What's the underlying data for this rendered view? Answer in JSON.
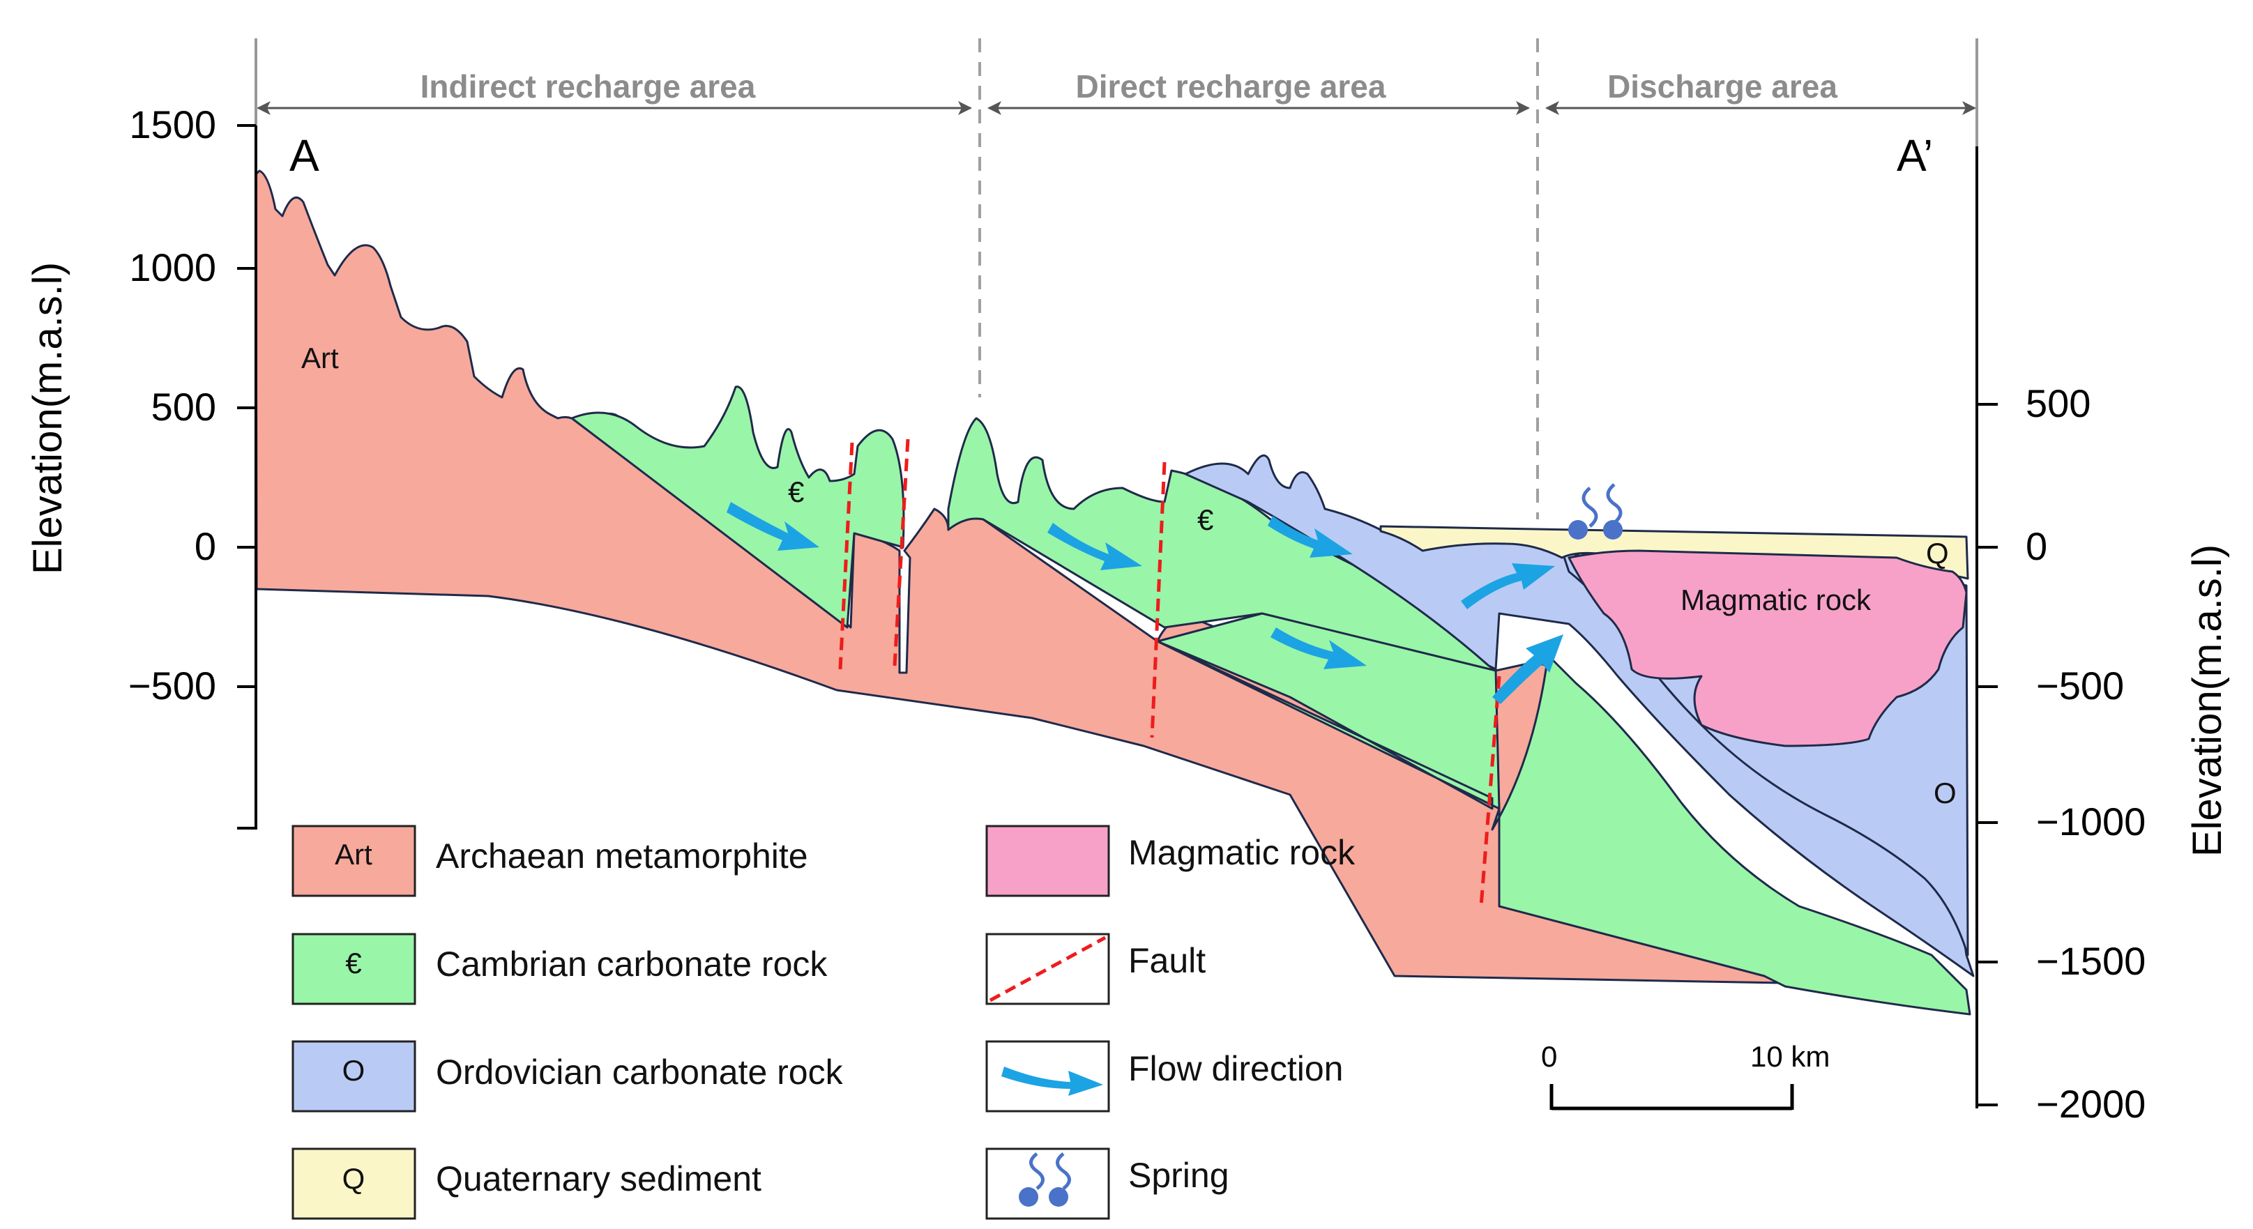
{
  "axes": {
    "left_title": "Elevation(m.a.s.l)",
    "right_title": "Elevation(m.a.s.l)",
    "left_ticks": [
      "1500",
      "1000",
      "500",
      "0",
      "−500"
    ],
    "right_ticks": [
      "500",
      "0",
      "−500",
      "−1000",
      "−1500",
      "−2000"
    ]
  },
  "zones": [
    {
      "label": "Indirect recharge area"
    },
    {
      "label": "Direct recharge area"
    },
    {
      "label": "Discharge area"
    }
  ],
  "section": {
    "start_label": "A",
    "end_label": "A’"
  },
  "unit_labels": {
    "archaean": "Art",
    "cambrian_1": "€",
    "cambrian_2": "€",
    "magmatic": "Magmatic rock",
    "quaternary": "Q",
    "ordovician": "O"
  },
  "colors": {
    "archaean": "#f7a99c",
    "cambrian": "#99f5a8",
    "ordovician": "#b9cbf5",
    "quaternary": "#fbf6c8",
    "magmatic": "#f7a1c8",
    "fault": "#ee1c1c",
    "flow": "#1ca3e4",
    "spring": "#4a72c8"
  },
  "legend": [
    {
      "code": "Art",
      "label": "Archaean metamorphite",
      "icon": "archaean-swatch"
    },
    {
      "code": "€",
      "label": "Cambrian carbonate rock",
      "icon": "cambrian-swatch"
    },
    {
      "code": "O",
      "label": "Ordovician carbonate rock",
      "icon": "ordovician-swatch"
    },
    {
      "code": "Q",
      "label": "Quaternary sediment",
      "icon": "quaternary-swatch"
    },
    {
      "code": "",
      "label": "Magmatic rock",
      "icon": "magmatic-swatch"
    },
    {
      "code": "",
      "label": "Fault",
      "icon": "fault-line-icon"
    },
    {
      "code": "",
      "label": "Flow direction",
      "icon": "flow-arrow-icon"
    },
    {
      "code": "",
      "label": "Spring",
      "icon": "spring-icon"
    }
  ],
  "scale_bar": {
    "start": "0",
    "end": "10 km"
  }
}
